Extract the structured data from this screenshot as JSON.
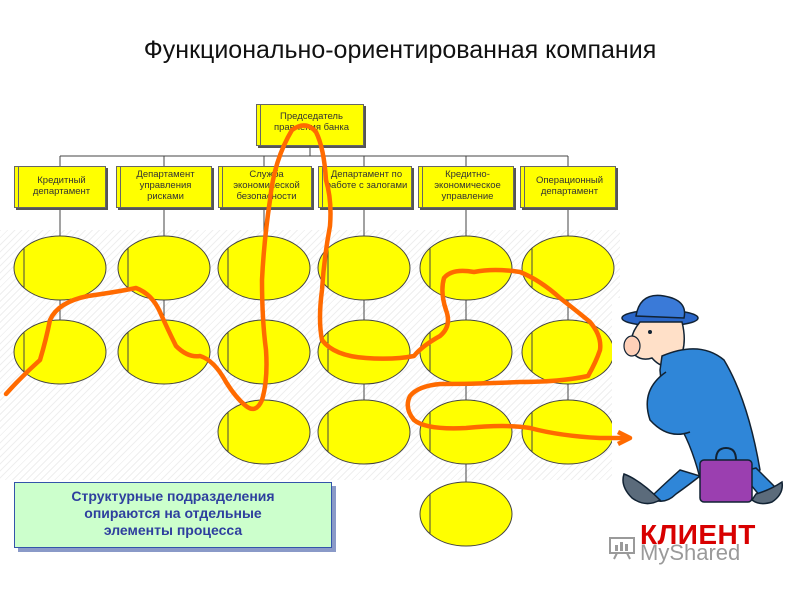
{
  "title": "Функционально-ориентированная компания",
  "chairman": "Председатель правления банка",
  "departments": [
    "Кредитный департамент",
    "Департамент управления рисками",
    "Служба экономической безопасности",
    "Департамент по работе с залогами",
    "Кредитно-экономическое управление",
    "Операционный департамент"
  ],
  "callout": {
    "line1": "Структурные подразделения",
    "line2": "опираются на отдельные",
    "line3": "элементы процесса"
  },
  "client_label": "КЛИЕНТ",
  "watermark": "MyShared",
  "colors": {
    "box_fill": "#ffff00",
    "process_path": "#ff6a00",
    "callout_fill": "#ccffcc",
    "callout_text": "#2e3f9e",
    "client_label": "#d80000"
  }
}
